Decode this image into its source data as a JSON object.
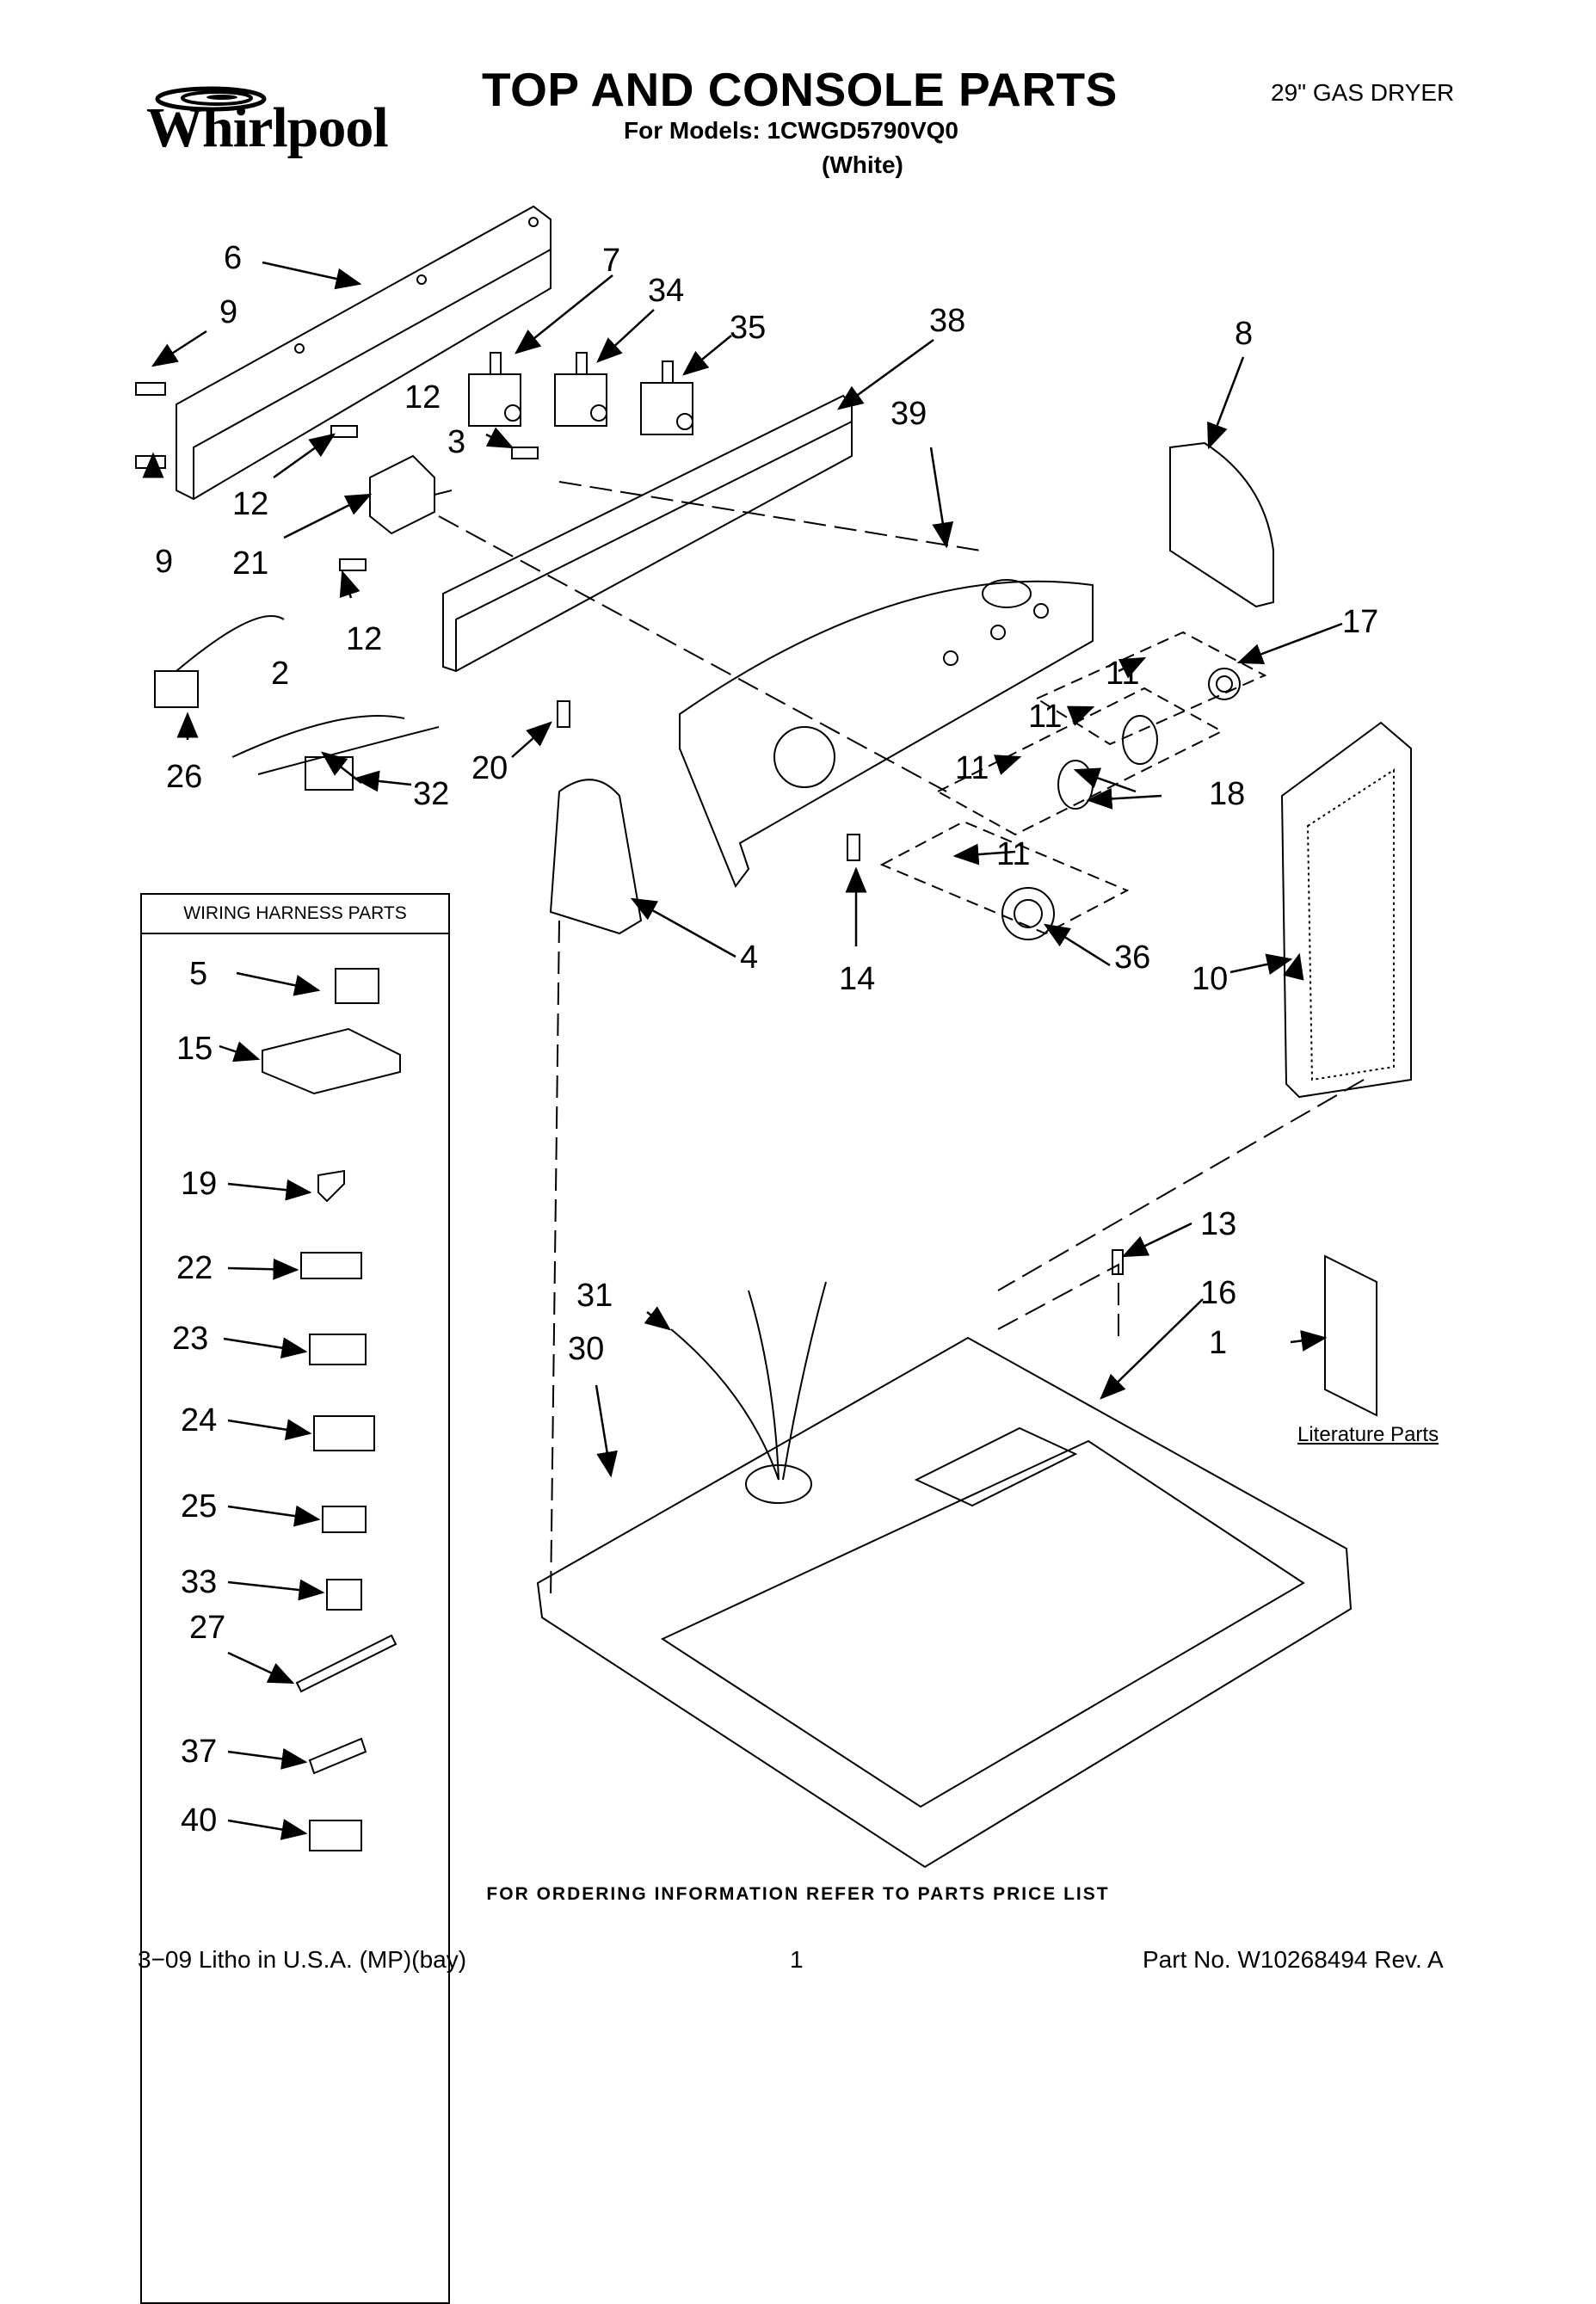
{
  "header": {
    "brand": "Whirlpool",
    "title": "TOP AND CONSOLE PARTS",
    "subtitle": "For Models: 1CWGD5790VQ0",
    "color": "(White)",
    "product": "29\" GAS DRYER"
  },
  "harness_panel": {
    "title": "WIRING HARNESS PARTS",
    "callouts": [
      "5",
      "15",
      "19",
      "22",
      "23",
      "24",
      "25",
      "33",
      "27",
      "37",
      "40"
    ]
  },
  "callouts": {
    "c1": "1",
    "c2": "2",
    "c3": "3",
    "c4": "4",
    "c6": "6",
    "c7": "7",
    "c8": "8",
    "c9a": "9",
    "c9b": "9",
    "c10": "10",
    "c11a": "11",
    "c11b": "11",
    "c11c": "11",
    "c11d": "11",
    "c12a": "12",
    "c12b": "12",
    "c12c": "12",
    "c13": "13",
    "c14": "14",
    "c16": "16",
    "c17": "17",
    "c18": "18",
    "c20": "20",
    "c21": "21",
    "c26": "26",
    "c30": "30",
    "c31": "31",
    "c32": "32",
    "c34": "34",
    "c35": "35",
    "c36": "36",
    "c38": "38",
    "c39": "39"
  },
  "literature_label": "Literature Parts",
  "footer": {
    "note": "FOR ORDERING INFORMATION REFER TO PARTS PRICE LIST",
    "left": "3−09 Litho in U.S.A. (MP)(bay)",
    "page": "1",
    "part_no": "Part No. W10268494 Rev. A"
  }
}
